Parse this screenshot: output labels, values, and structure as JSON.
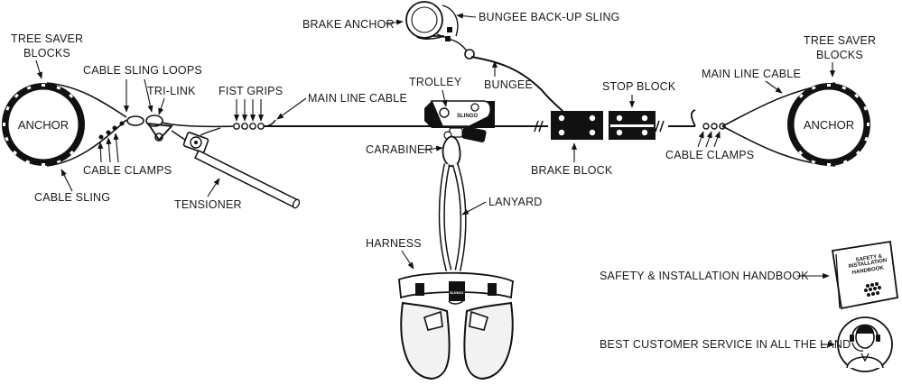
{
  "colors": {
    "ink": "#111111",
    "paper": "#ffffff",
    "fill_gray": "#f2f2f2"
  },
  "labels": {
    "tree_saver_left_line1": "TREE SAVER",
    "tree_saver_left_line2": "BLOCKS",
    "anchor_left": "ANCHOR",
    "cable_sling_loops": "CABLE SLING LOOPS",
    "tri_link": "TRI-LINK",
    "fist_grips": "FIST GRIPS",
    "cable_clamps_left": "CABLE CLAMPS",
    "cable_sling": "CABLE SLING",
    "tensioner": "TENSIONER",
    "main_line_cable_left": "MAIN LINE CABLE",
    "brake_anchor": "BRAKE ANCHOR",
    "bungee_backup_sling": "BUNGEE BACK-UP SLING",
    "bungee": "BUNGEE",
    "trolley": "TROLLEY",
    "carabiner": "CARABINER",
    "stop_block": "STOP BLOCK",
    "brake_block": "BRAKE BLOCK",
    "lanyard": "LANYARD",
    "harness": "HARNESS",
    "main_line_cable_right": "MAIN LINE CABLE",
    "tree_saver_right_line1": "TREE SAVER",
    "tree_saver_right_line2": "BLOCKS",
    "anchor_right": "ANCHOR",
    "cable_clamps_right": "CABLE CLAMPS",
    "safety_handbook": "SAFETY & INSTALLATION HANDBOOK",
    "customer_service": "BEST CUSTOMER SERVICE IN ALL THE LAND",
    "handbook_cover_line1": "SAFETY &",
    "handbook_cover_line2": "INSTALLATION",
    "handbook_cover_line3": "HANDBOOK",
    "trolley_brand": "SLINGO",
    "harness_brand": "SLINGO"
  },
  "icons": {
    "handbook": "handbook-icon",
    "customer_service": "headset-agent-icon"
  }
}
